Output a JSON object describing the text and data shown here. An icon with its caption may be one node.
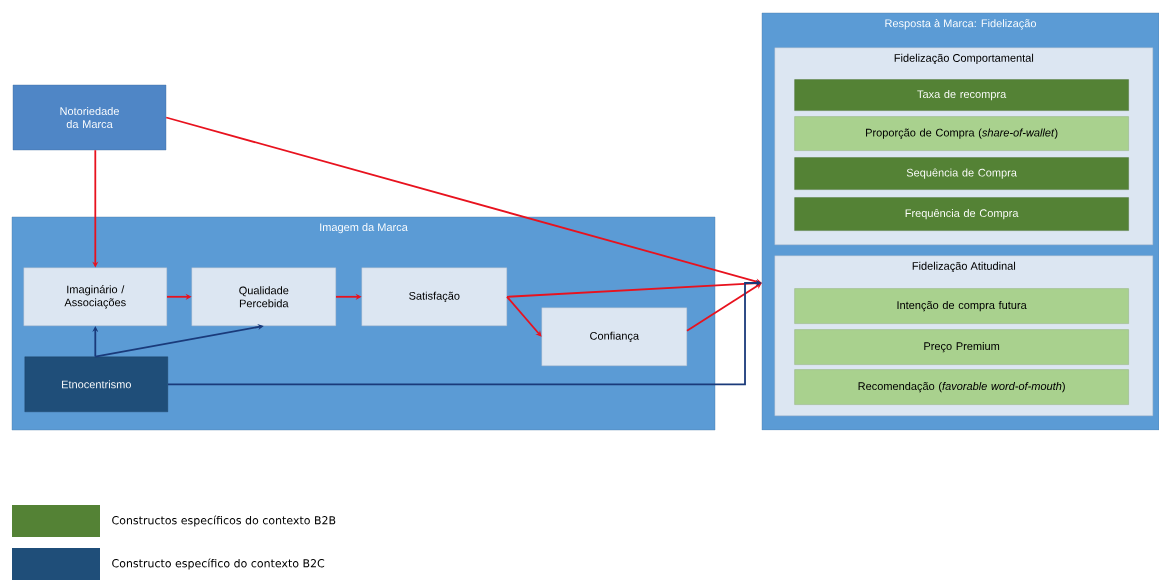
{
  "diagram": {
    "nodes": [
      {
        "text": [
          "Notoriedade da Marca"
        ]
      },
      {
        "text": [
          "Imagem da Marca"
        ]
      },
      {
        "text": [
          "Imaginário / Associações"
        ],
        "in": 1
      },
      {
        "text": [
          "Qualidade Percebida"
        ],
        "in": 1
      },
      {
        "text": [
          "Satisfação"
        ],
        "in": 1
      },
      {
        "text": [
          "Confiança"
        ],
        "in": 1
      },
      {
        "text": [
          "Etnocentrismo"
        ],
        "in": 1
      },
      {
        "text": [
          "Resposta à Marca: Fidelização"
        ]
      },
      {
        "text": [
          "Fidelização Comportamental"
        ],
        "in": 7
      },
      {
        "text": [
          "Taxa de recompra"
        ],
        "in": 8
      },
      {
        "text": [
          "Proporção de Compra (*share-of-wallet*)"
        ],
        "in": 8
      },
      {
        "text": [
          "Sequência de Compra"
        ],
        "in": 8
      },
      {
        "text": [
          "Frequência de Compra"
        ],
        "in": 8
      },
      {
        "text": [
          "Fidelização Atitudinal"
        ],
        "in": 7
      },
      {
        "text": [
          "Intenção de compra futura"
        ],
        "in": 13
      },
      {
        "text": [
          "Preço Premium"
        ],
        "in": 13
      },
      {
        "text": [
          "Recomendação (*favorable word-of-mouth*)"
        ],
        "in": 13
      }
    ],
    "edges": [
      {
        "from": 0,
        "to": 2,
        "arrow": "to"
      },
      {
        "from": 0,
        "to": 7,
        "arrow": "to"
      },
      {
        "from": 2,
        "to": 3,
        "arrow": "to"
      },
      {
        "from": 3,
        "to": 4,
        "arrow": "to"
      },
      {
        "from": 4,
        "to": 7,
        "arrow": "to"
      },
      {
        "from": 4,
        "to": 5,
        "arrow": "to"
      },
      {
        "from": 5,
        "to": 7,
        "arrow": "to"
      },
      {
        "from": 6,
        "to": 2,
        "arrow": "to",
        "color": "#1a3a7a"
      },
      {
        "from": 6,
        "to": 3,
        "arrow": "to",
        "color": "#1a3a7a"
      },
      {
        "from": 6,
        "to": 7,
        "arrow": "to",
        "color": "#1a3a7a"
      }
    ],
    "legend": [
      {
        "text": "Constructos específicos do contexto B2B",
        "color": "#548235"
      },
      {
        "text": "Constructo específico do contexto B2C",
        "color": "#1f4e79"
      }
    ]
  }
}
